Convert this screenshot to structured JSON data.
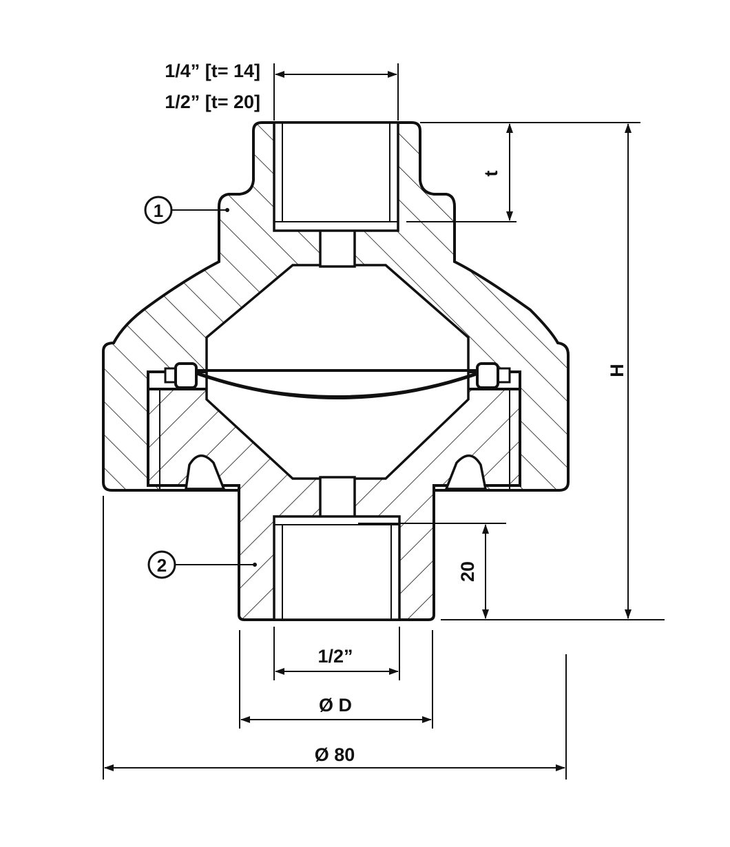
{
  "drawing": {
    "top_thread_label_1": "1/4” [t= 14]",
    "top_thread_label_2": "1/2” [t= 20]",
    "dim_t": "t",
    "dim_H": "H",
    "dim_20": "20",
    "dim_bottom_thread": "1/2”",
    "dim_D": "Ø D",
    "dim_80": "Ø 80",
    "part_1": "1",
    "part_2": "2"
  }
}
